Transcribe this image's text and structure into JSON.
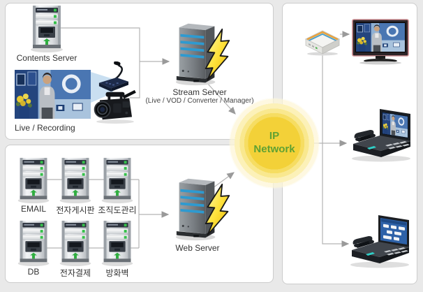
{
  "colors": {
    "page_background": "#e9e9e9",
    "panel_border": "#cccccc",
    "connector_gray": "#b3b3b3",
    "network_yellow": "#f3d138",
    "network_text_green": "#5fa133",
    "label_text": "#333333",
    "server_stripe_blue": "#2e9ad0",
    "led_green": "#35c04a",
    "bolt_yellow": "#ffd71e"
  },
  "media_panel": {
    "contents_server_label": "Contents Server",
    "live_recording_label": "Live / Recording"
  },
  "stream_server": {
    "label": "Stream Server",
    "sublabel": "(Live / VOD / Converter / Manager)"
  },
  "server_farm": {
    "row1": [
      {
        "label": "EMAIL"
      },
      {
        "label": "전자게시판"
      },
      {
        "label": "조직도관리"
      }
    ],
    "row2": [
      {
        "label": "DB"
      },
      {
        "label": "전자결제"
      },
      {
        "label": "방화벽"
      }
    ]
  },
  "web_server": {
    "label": "Web Server"
  },
  "network": {
    "line1": "IP",
    "line2": "Network"
  },
  "icons": [
    "server-tower-icon",
    "stream-server-icon",
    "web-server-icon",
    "lightning-bolt-icon",
    "broadcast-photo",
    "microphone-icon",
    "camcorder-icon",
    "ip-network-circle",
    "set-top-box-icon",
    "tv-icon",
    "video-phone-icon",
    "menu-phone-icon"
  ]
}
